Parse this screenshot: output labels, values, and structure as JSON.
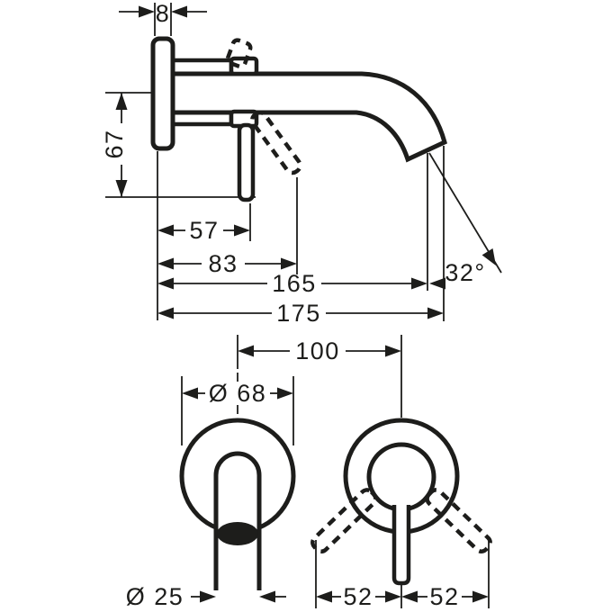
{
  "drawing": {
    "type": "technical-dimension-drawing",
    "subject": "wall-mounted single-lever basin mixer, side view and front views",
    "colors": {
      "ink": "#1d1d1b",
      "background": "#ffffff"
    },
    "dims": {
      "plate_thickness": "8",
      "axis_to_handle_end": "67",
      "wall_to_handle": "57",
      "wall_to_lever_tip": "83",
      "wall_to_spout_inner": "165",
      "wall_to_spout_tip": "175",
      "spray_angle": "32°",
      "hole_center_distance": "100",
      "escutcheon_diameter": "Ø 68",
      "spout_diameter": "Ø 25",
      "lever_reach_left": "52",
      "lever_reach_right": "52"
    }
  }
}
